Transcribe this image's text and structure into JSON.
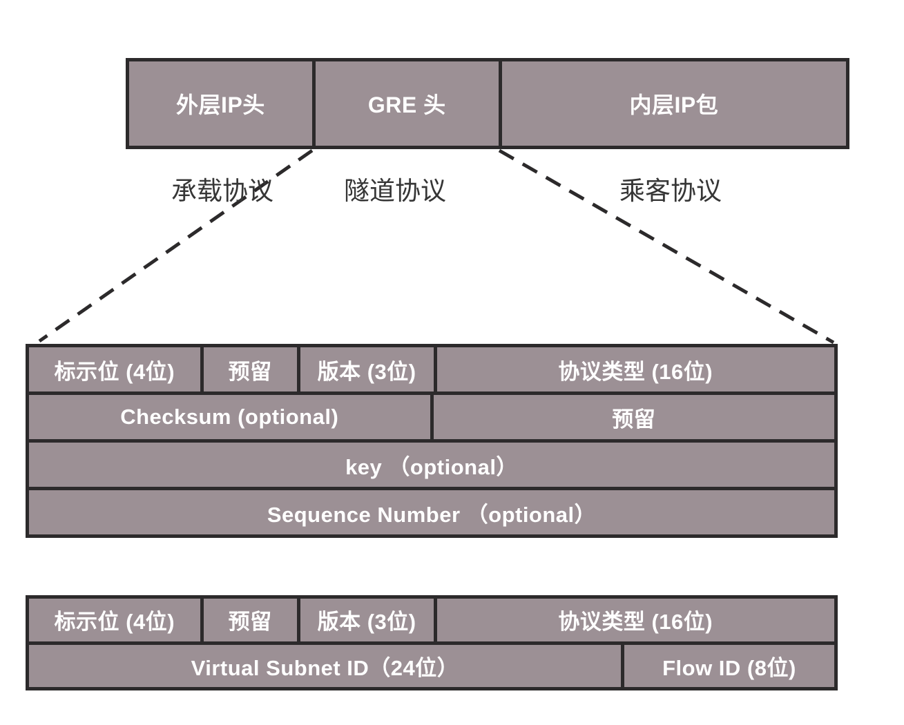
{
  "colors": {
    "cell_fill": "#9c9095",
    "border": "#2c2a2b",
    "cell_text": "#ffffff",
    "label_text": "#363636",
    "background": "#ffffff"
  },
  "packet_overview": {
    "cells": [
      {
        "label": "外层IP头"
      },
      {
        "label": "GRE 头"
      },
      {
        "label": "内层IP包"
      }
    ]
  },
  "protocol_labels": [
    {
      "label": "承载协议"
    },
    {
      "label": "隧道协议"
    },
    {
      "label": "乘客协议"
    }
  ],
  "gre_header_table": {
    "rows": [
      {
        "cells": [
          {
            "label": "标示位 (4位)"
          },
          {
            "label": "预留"
          },
          {
            "label": "版本 (3位)"
          },
          {
            "label": "协议类型 (16位)"
          }
        ]
      },
      {
        "cells": [
          {
            "label": "Checksum (optional)"
          },
          {
            "label": "预留"
          }
        ]
      },
      {
        "cells": [
          {
            "label": "key （optional）"
          }
        ]
      },
      {
        "cells": [
          {
            "label": "Sequence Number （optional）"
          }
        ]
      }
    ]
  },
  "nvgre_header_table": {
    "rows": [
      {
        "cells": [
          {
            "label": "标示位 (4位)"
          },
          {
            "label": "预留"
          },
          {
            "label": "版本 (3位)"
          },
          {
            "label": "协议类型 (16位)"
          }
        ]
      },
      {
        "cells": [
          {
            "label": "Virtual Subnet ID（24位）"
          },
          {
            "label": "Flow ID (8位)"
          }
        ]
      }
    ]
  }
}
